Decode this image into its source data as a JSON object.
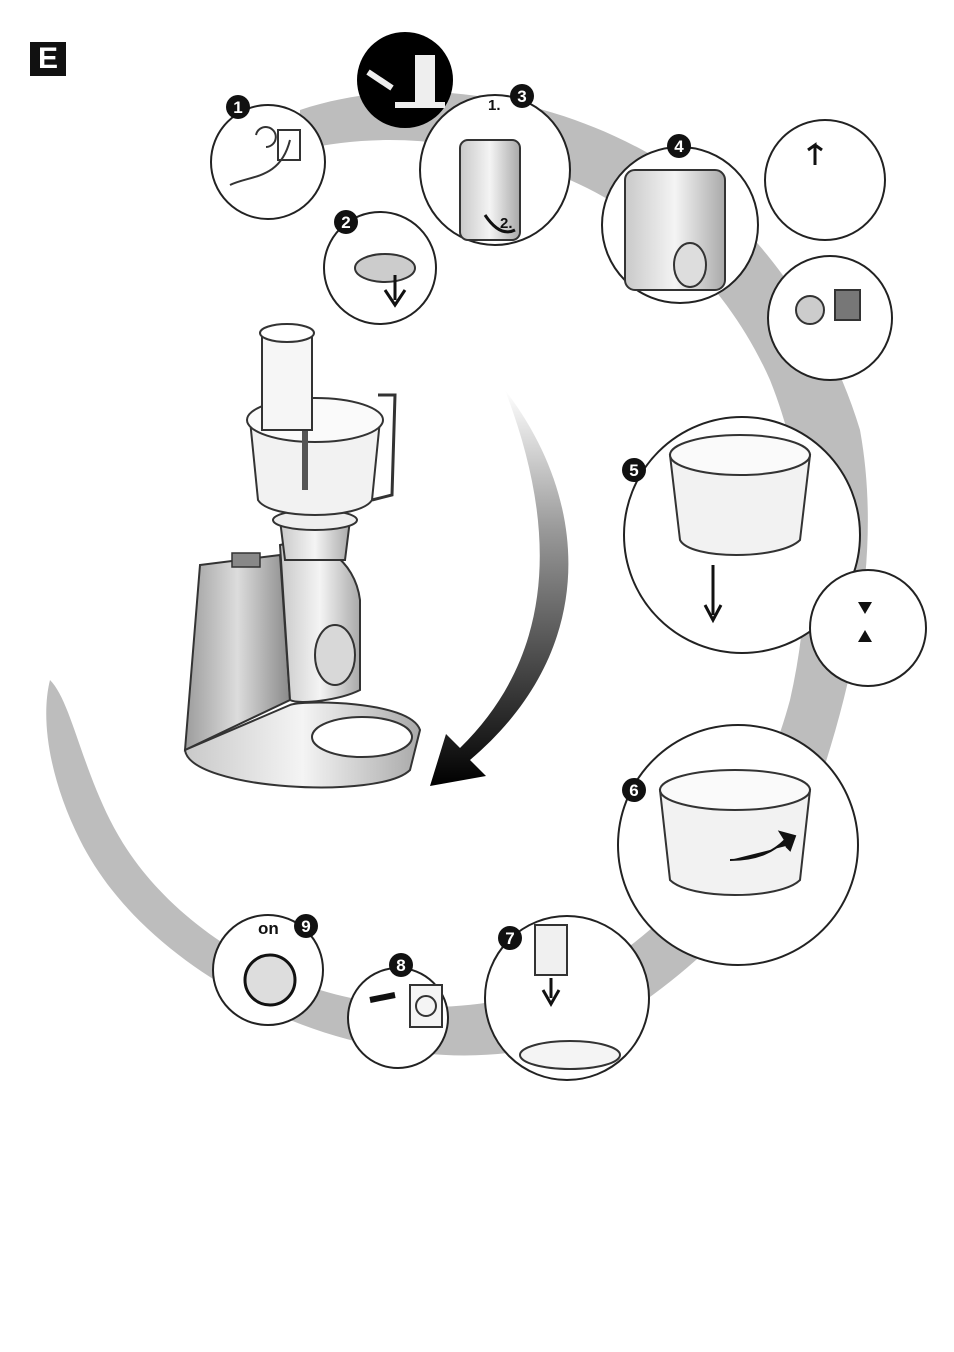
{
  "section_label": "E",
  "steps": [
    {
      "number": "1"
    },
    {
      "number": "2"
    },
    {
      "number": "3",
      "sub_labels": [
        "1.",
        "2."
      ]
    },
    {
      "number": "4"
    },
    {
      "number": "5"
    },
    {
      "number": "6"
    },
    {
      "number": "7"
    },
    {
      "number": "8"
    },
    {
      "number": "9",
      "switch_label": "on"
    }
  ]
}
